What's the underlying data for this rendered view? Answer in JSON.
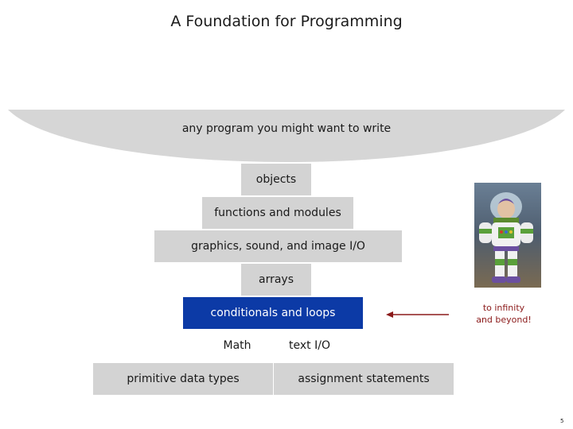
{
  "title": "A Foundation for Programming",
  "bowl_label": "any program you might want to write",
  "layers": {
    "objects": "objects",
    "functions": "functions and modules",
    "graphics": "graphics, sound, and image I/O",
    "arrays": "arrays",
    "conditionals": "conditionals and loops",
    "math": "Math",
    "text_io": "text I/O",
    "primitive": "primitive data types",
    "assignment": "assignment statements"
  },
  "side_note": {
    "line1": "to infinity",
    "line2": "and beyond!"
  },
  "page_number": "5",
  "colors": {
    "highlight": "#0c3aa6",
    "block": "#d3d3d3",
    "bowl": "#d6d6d6",
    "arrow": "#8b1a1a"
  },
  "icons": {
    "photo": "buzz-lightyear-photo",
    "arrow": "left-arrow-icon"
  }
}
